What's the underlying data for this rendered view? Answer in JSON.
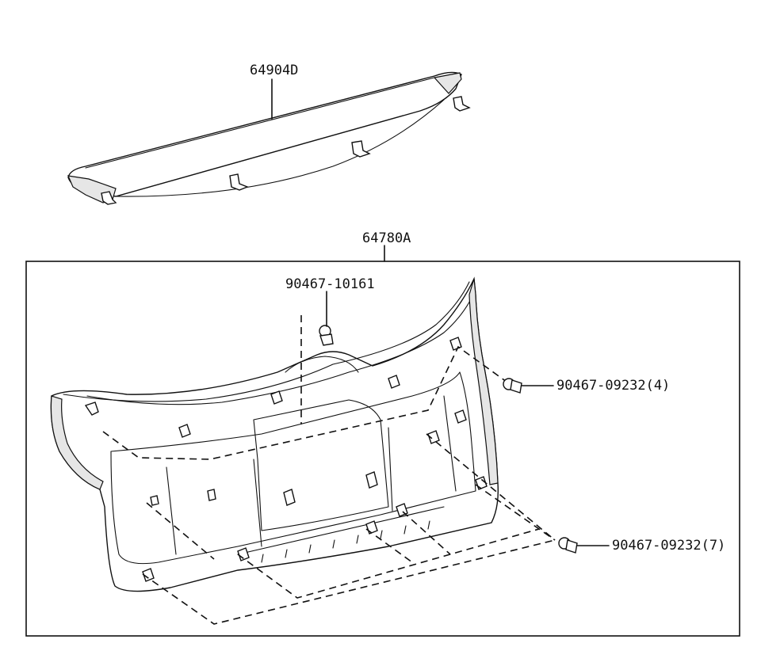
{
  "labels": {
    "cover_part": "64904D",
    "board_assembly": "64780A",
    "clip_top": "90467-10161",
    "clip_mid": "90467-09232(4)",
    "clip_bottom": "90467-09232(7)"
  },
  "colors": {
    "line": "#111111",
    "background": "#ffffff",
    "shade": "#e6e6e6"
  }
}
